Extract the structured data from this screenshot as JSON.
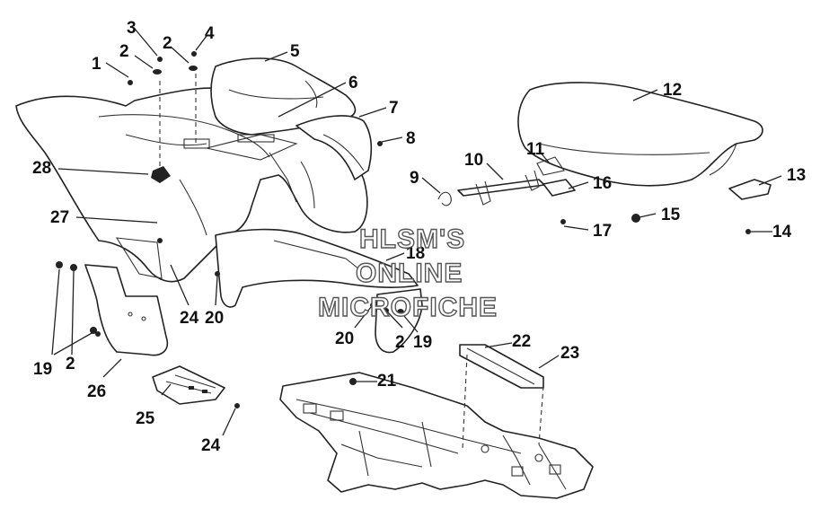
{
  "watermark": {
    "line1": "HLSM'S",
    "line2": "ONLINE",
    "line3": "MICROFICHE"
  },
  "callouts": [
    "1",
    "2",
    "3",
    "2",
    "4",
    "5",
    "6",
    "7",
    "8",
    "9",
    "10",
    "11",
    "12",
    "13",
    "14",
    "15",
    "16",
    "17",
    "18",
    "28",
    "27",
    "24",
    "20",
    "19",
    "2",
    "26",
    "25",
    "24",
    "20",
    "2",
    "19",
    "21",
    "22",
    "23"
  ]
}
